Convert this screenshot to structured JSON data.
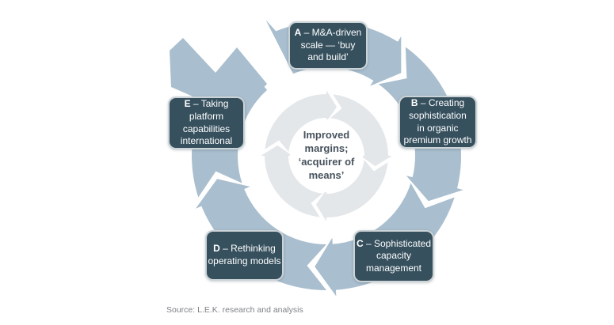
{
  "diagram": {
    "title_hidden": "",
    "center": {
      "lines": [
        "Improved",
        "margins;",
        "‘acquirer of",
        "means’"
      ]
    },
    "boxes": [
      {
        "id": "A",
        "letter": "A",
        "line1": " – M&A-driven",
        "line2": "scale — ‘buy",
        "line3": "and build’"
      },
      {
        "id": "B",
        "letter": "B",
        "line1": " – Creating",
        "line2": "sophistication",
        "line3": "in organic",
        "line4": "premium growth"
      },
      {
        "id": "C",
        "letter": "C",
        "line1": " – Sophisticated",
        "line2": "capacity",
        "line3": "management"
      },
      {
        "id": "D",
        "letter": "D",
        "line1": " – Rethinking",
        "line2": "operating models"
      },
      {
        "id": "E",
        "letter": "E",
        "line1": " – Taking",
        "line2": "platform",
        "line3": "capabilities",
        "line4": "international"
      }
    ],
    "source": "Source: L.E.K. research and analysis",
    "colors": {
      "ring_outer": "#a9bece",
      "ring_inner": "#e4e7ea",
      "box_bg": "#36505e",
      "box_text": "#ffffff",
      "center_text": "#47525d",
      "source_text": "#7d8184"
    }
  }
}
